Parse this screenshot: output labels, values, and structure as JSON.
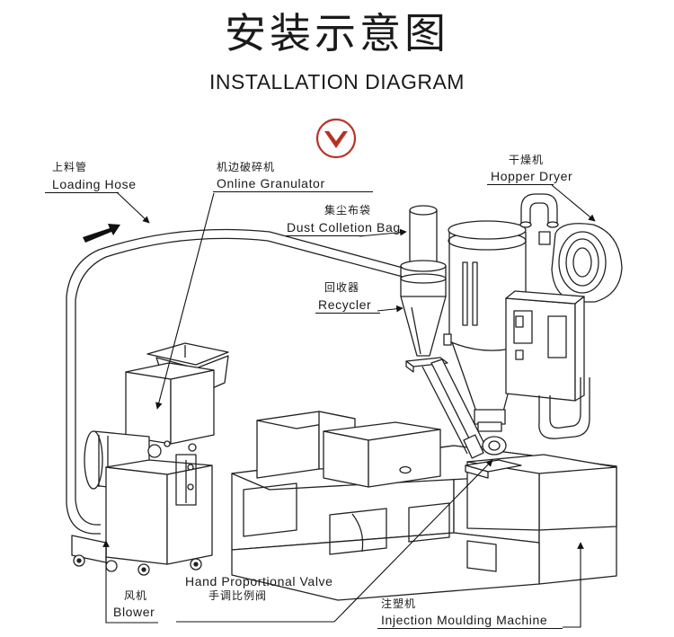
{
  "title": {
    "cn": "安装示意图",
    "en": "INSTALLATION DIAGRAM"
  },
  "accent_color": "#b83224",
  "icons": {
    "down_marker": "chevron-down-circle-icon",
    "flow_arrow": "arrow-right-icon"
  },
  "labels": {
    "loading_hose": {
      "cn": "上料管",
      "en": "Loading Hose"
    },
    "granulator": {
      "cn": "机边破碎机",
      "en": "Online Granulator"
    },
    "hopper_dryer": {
      "cn": "干燥机",
      "en": "Hopper Dryer"
    },
    "dust_bag": {
      "cn": "集尘布袋",
      "en": "Dust Colletion Bag"
    },
    "recycler": {
      "cn": "回收器",
      "en": "Recycler"
    },
    "valve": {
      "cn": "手调比例阀",
      "en": "Hand Proportional Valve"
    },
    "blower": {
      "cn": "风机",
      "en": "Blower"
    },
    "injection": {
      "cn": "注塑机",
      "en": "Injection Moulding Machine"
    }
  }
}
